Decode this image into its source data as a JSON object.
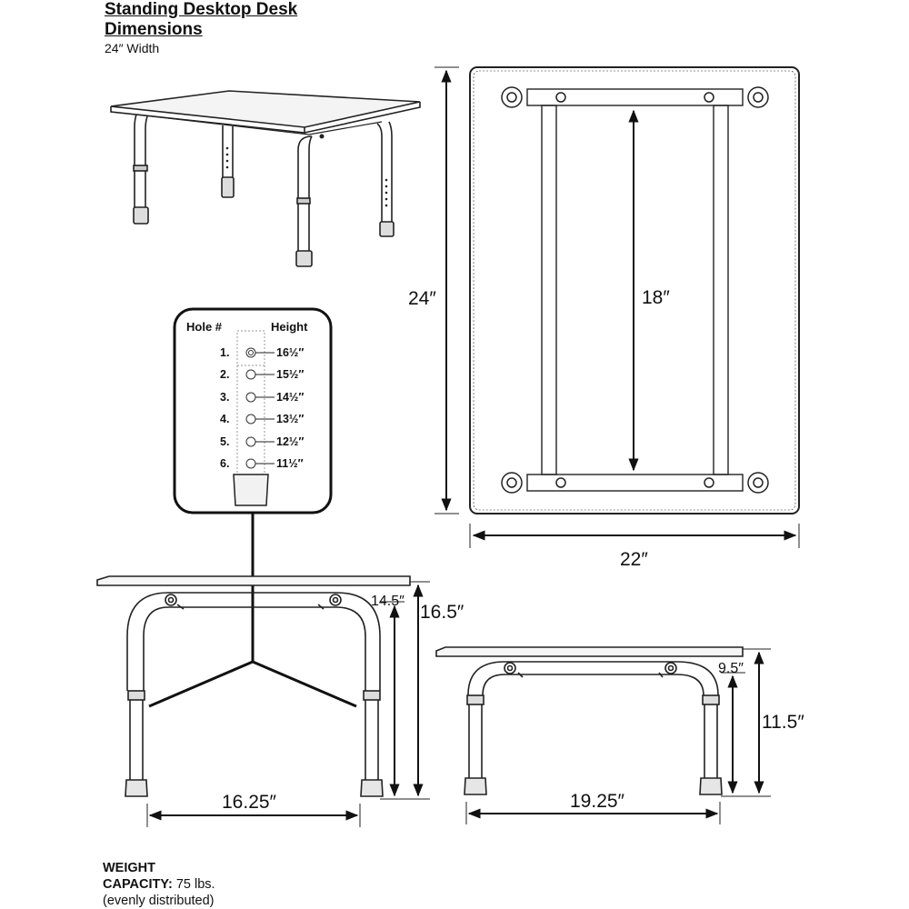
{
  "header": {
    "title_line1": "Standing Desktop Desk",
    "title_line2": "Dimensions",
    "subtitle": "24″ Width"
  },
  "top_view": {
    "depth_label": "24″",
    "inner_length_label": "18″",
    "width_label": "22″"
  },
  "hole_table": {
    "col_hole": "Hole #",
    "col_height": "Height",
    "rows": [
      {
        "hole": "1.",
        "height": "16½″"
      },
      {
        "hole": "2.",
        "height": "15½″"
      },
      {
        "hole": "3.",
        "height": "14½″"
      },
      {
        "hole": "4.",
        "height": "13½″"
      },
      {
        "hole": "5.",
        "height": "12½″"
      },
      {
        "hole": "6.",
        "height": "11½″"
      }
    ]
  },
  "front_view_tall": {
    "inner_height_label": "14.5″",
    "total_height_label": "16.5″",
    "width_label": "16.25″"
  },
  "front_view_short": {
    "inner_height_label": "9.5″",
    "total_height_label": "11.5″",
    "width_label": "19.25″"
  },
  "footer": {
    "weight_line1": "WEIGHT",
    "weight_line2_label": "CAPACITY:",
    "weight_line2_value": " 75 lbs.",
    "weight_line3": "(evenly distributed)"
  }
}
